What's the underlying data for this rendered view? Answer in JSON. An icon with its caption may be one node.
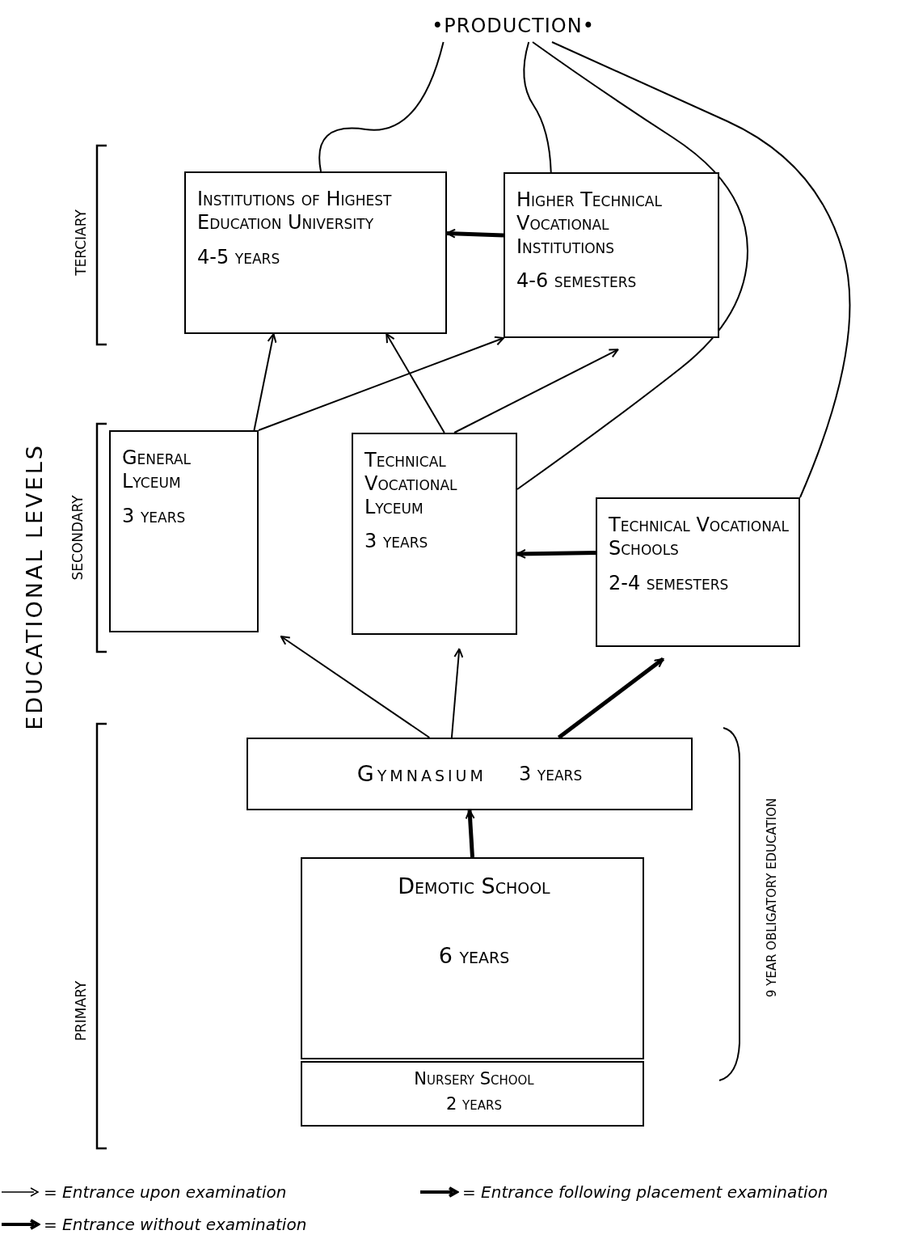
{
  "diagram": {
    "nodes": [
      {
        "text": [
          "•PRODUCTION•"
        ]
      },
      {
        "text": [
          "Institutions of Highest Education University",
          "4-5 years"
        ]
      },
      {
        "text": [
          "Higher Technical Vocational Institutions",
          "4-6 semesters"
        ]
      },
      {
        "text": [
          "General Lyceum",
          "3 years"
        ]
      },
      {
        "text": [
          "Technical Vocational Lyceum",
          "3 years"
        ]
      },
      {
        "text": [
          "Technical Vocational Schools",
          "2-4 semesters"
        ]
      },
      {
        "text": [
          "Gymnasium",
          "3 years"
        ]
      },
      {
        "text": [
          "Demotic School",
          "6 years"
        ]
      },
      {
        "text": [
          "Nursery School",
          "2 years"
        ]
      }
    ],
    "edges": [
      {
        "from": 1,
        "to": 0,
        "arrow": "none"
      },
      {
        "from": 2,
        "to": 0,
        "arrow": "none"
      },
      {
        "from": 4,
        "to": 0,
        "arrow": "none"
      },
      {
        "from": 5,
        "to": 0,
        "arrow": "none"
      },
      {
        "from": 3,
        "to": 1,
        "arrow": "to"
      },
      {
        "from": 3,
        "to": 2,
        "arrow": "to"
      },
      {
        "from": 4,
        "to": 1,
        "arrow": "to"
      },
      {
        "from": 4,
        "to": 2,
        "arrow": "to"
      },
      {
        "from": 2,
        "to": 1,
        "arrow": "to",
        "style": "thick"
      },
      {
        "from": 5,
        "to": 4,
        "arrow": "to",
        "style": "thick"
      },
      {
        "from": 6,
        "to": 3,
        "arrow": "to"
      },
      {
        "from": 6,
        "to": 4,
        "arrow": "to"
      },
      {
        "from": 6,
        "to": 5,
        "arrow": "to",
        "style": "thick"
      },
      {
        "from": 7,
        "to": 6,
        "arrow": "to",
        "style": "thick"
      }
    ],
    "labels": [
      "EDUCATIONAL LEVELS",
      "TERCIARY",
      "SECONDARY",
      "PRIMARY",
      "9 YEAR OBLIGATORY EDUCATION"
    ],
    "legend": [
      {
        "text": "= Entrance upon examination"
      },
      {
        "text": "= Entrance without examination"
      },
      {
        "text": "= Entrance following placement examination"
      }
    ]
  }
}
